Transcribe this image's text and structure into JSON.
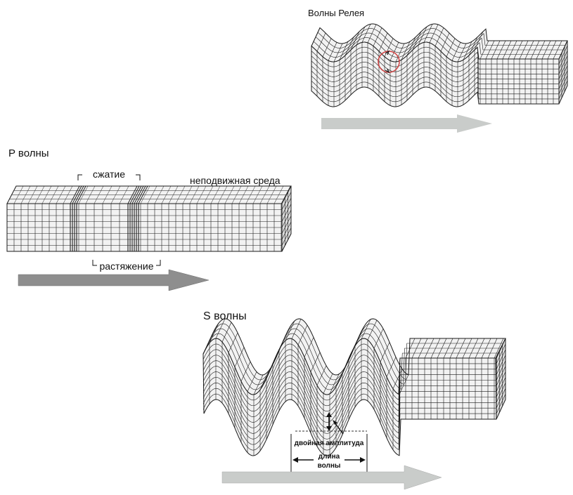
{
  "rayleigh": {
    "title": "Волны Релея"
  },
  "p_wave": {
    "title": "P волны",
    "compression_label": "сжатие",
    "rest_label": "неподвижная среда",
    "rarefaction_label": "растяжение"
  },
  "s_wave": {
    "title": "S волны",
    "amplitude_label": "двойная амплитуда",
    "wavelength_label_line1": "длина",
    "wavelength_label_line2": "волны"
  },
  "colors": {
    "grid_line": "#1a1a1a",
    "block_fill": "#f2f2f2",
    "side_fill": "#dcdcdc",
    "arrow_dark": "#8e8e8e",
    "arrow_light": "#c9ccca",
    "particle_circle": "#d04040"
  }
}
